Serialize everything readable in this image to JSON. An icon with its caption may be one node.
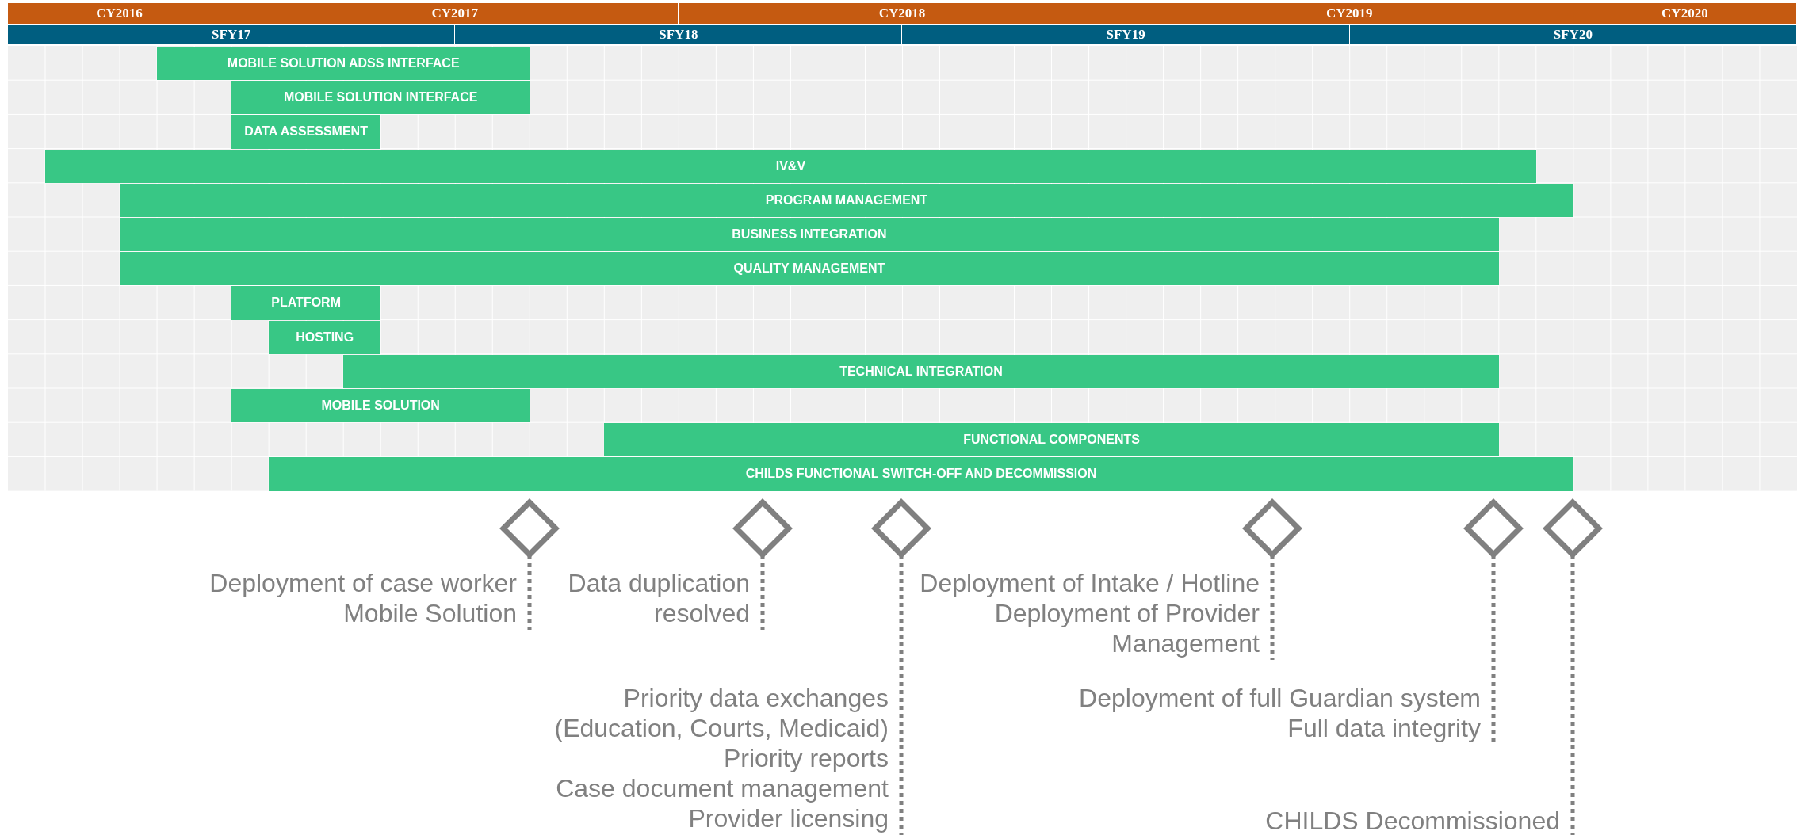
{
  "diagram": {
    "nodes": [
      {
        "text": [
          "CY2016"
        ]
      },
      {
        "text": [
          "CY2017"
        ]
      },
      {
        "text": [
          "CY2018"
        ]
      },
      {
        "text": [
          "CY2019"
        ]
      },
      {
        "text": [
          "CY2020"
        ]
      },
      {
        "text": [
          "SFY17"
        ]
      },
      {
        "text": [
          "SFY18"
        ]
      },
      {
        "text": [
          "SFY19"
        ]
      },
      {
        "text": [
          "SFY20"
        ]
      },
      {
        "text": [
          "MOBILE SOLUTION ADSS INTERFACE"
        ]
      },
      {
        "text": [
          "MOBILE SOLUTION INTERFACE"
        ]
      },
      {
        "text": [
          "DATA ASSESSMENT"
        ]
      },
      {
        "text": [
          "IV&V"
        ]
      },
      {
        "text": [
          "PROGRAM MANAGEMENT"
        ]
      },
      {
        "text": [
          "BUSINESS INTEGRATION"
        ]
      },
      {
        "text": [
          "QUALITY MANAGEMENT"
        ]
      },
      {
        "text": [
          "PLATFORM"
        ]
      },
      {
        "text": [
          "HOSTING"
        ]
      },
      {
        "text": [
          "TECHNICAL INTEGRATION"
        ]
      },
      {
        "text": [
          "MOBILE SOLUTION"
        ]
      },
      {
        "text": [
          "FUNCTIONAL COMPONENTS"
        ]
      },
      {
        "text": [
          "CHILDS FUNCTIONAL SWITCH-OFF  AND DECOMMISSION"
        ]
      },
      {
        "text": [],
        "shape": "diamond"
      },
      {
        "text": [
          "Deployment of case worker Mobile Solution"
        ]
      },
      {
        "text": [],
        "shape": "diamond"
      },
      {
        "text": [
          "Data duplication resolved"
        ]
      },
      {
        "text": [],
        "shape": "diamond"
      },
      {
        "text": [
          "Priority data exchanges (Education, Courts, Medicaid)",
          "Priority reports",
          "Case document management",
          "Provider licensing"
        ]
      },
      {
        "text": [],
        "shape": "diamond"
      },
      {
        "text": [
          "Deployment of Intake / Hotline",
          "Deployment of Provider Management"
        ]
      },
      {
        "text": [],
        "shape": "diamond"
      },
      {
        "text": [
          "Deployment of full Guardian system",
          "Full data integrity"
        ]
      },
      {
        "text": [],
        "shape": "diamond"
      },
      {
        "text": [
          "CHILDS Decommissioned"
        ]
      }
    ],
    "edges": [
      {
        "from": 23,
        "to": 22,
        "arrow": "none",
        "style": "dashed"
      },
      {
        "from": 25,
        "to": 24,
        "arrow": "none",
        "style": "dashed"
      },
      {
        "from": 27,
        "to": 26,
        "arrow": "none",
        "style": "dashed"
      },
      {
        "from": 29,
        "to": 28,
        "arrow": "none",
        "style": "dashed"
      },
      {
        "from": 31,
        "to": 30,
        "arrow": "none",
        "style": "dashed"
      },
      {
        "from": 33,
        "to": 32,
        "arrow": "none",
        "style": "dashed"
      }
    ]
  }
}
